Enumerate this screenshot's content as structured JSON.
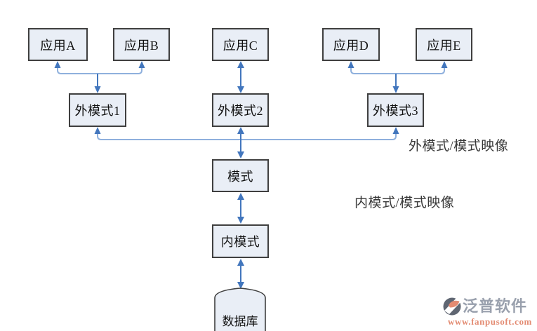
{
  "diagram": {
    "nodes": {
      "app_a": "应用A",
      "app_b": "应用B",
      "app_c": "应用C",
      "app_d": "应用D",
      "app_e": "应用E",
      "ext1": "外模式1",
      "ext2": "外模式2",
      "ext3": "外模式3",
      "schema": "模式",
      "internal": "内模式",
      "database": "数据库"
    },
    "labels": {
      "external_mapping": "外模式/模式映像",
      "internal_mapping": "内模式/模式映像"
    }
  },
  "watermark": {
    "brand": "泛普软件",
    "url": "www.fanpusoft.com"
  },
  "colors": {
    "arrow": "#4276bd",
    "connector": "#8fb0dd",
    "box_fill": "#e9eef6",
    "box_border": "#3f3f3f",
    "node_text": "#111111",
    "label_text": "#383838",
    "brand_text": "#99a0ad",
    "brand_accent": "#e38b72",
    "brand_icon_dark": "#5f6672"
  }
}
